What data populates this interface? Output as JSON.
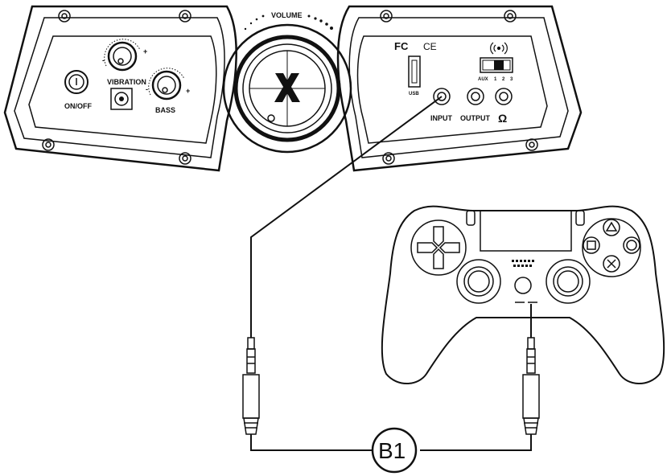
{
  "panel_left": {
    "power_label": "ON/OFF",
    "vibration_label": "VIBRATION",
    "bass_label": "BASS",
    "minus": "-",
    "plus": "+"
  },
  "volume": {
    "label": "VOLUME"
  },
  "panel_right": {
    "fcc_mark": "FC",
    "ce_mark": "CE",
    "usb_label": "USB",
    "aux_label": "AUX",
    "aux_positions": [
      "1",
      "2",
      "3"
    ],
    "input_label": "INPUT",
    "output_label": "OUTPUT",
    "headphone_symbol": "Ω"
  },
  "cable": {
    "label": "B1"
  },
  "colors": {
    "line": "#111111",
    "background": "#ffffff"
  },
  "icons": [
    "power-icon",
    "logo-x-icon",
    "wireless-icon",
    "triangle-button-icon",
    "circle-button-icon",
    "cross-button-icon",
    "square-button-icon",
    "dpad-icon",
    "headphone-icon"
  ]
}
